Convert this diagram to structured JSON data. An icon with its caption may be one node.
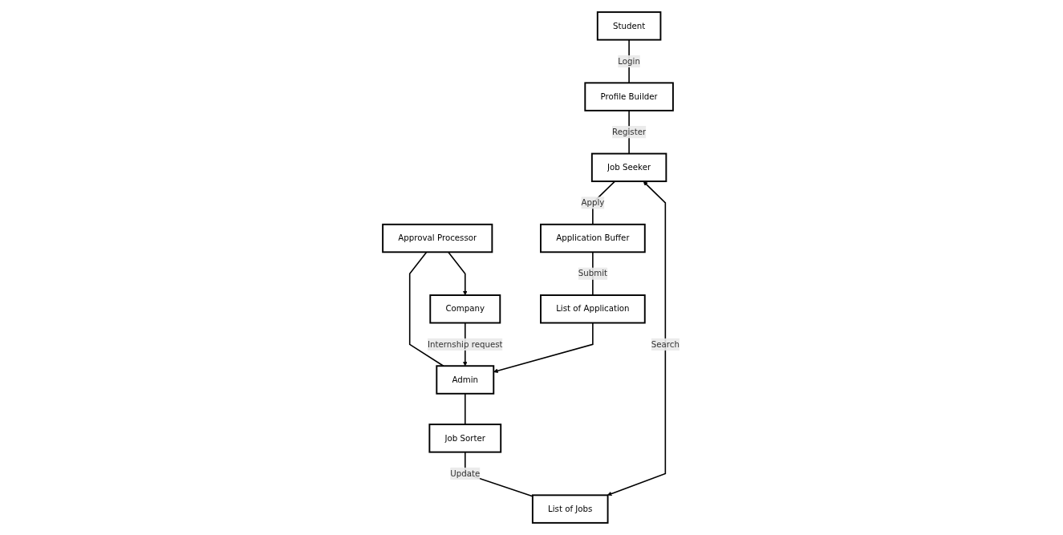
{
  "diagram": {
    "nodes": [
      {
        "text": [
          "Approval Processor"
        ]
      },
      {
        "text": [
          "Student"
        ]
      },
      {
        "text": [
          "Admin"
        ]
      },
      {
        "text": [
          "Company"
        ]
      },
      {
        "text": [
          "Profile Builder"
        ]
      },
      {
        "text": [
          "Job Sorter"
        ]
      },
      {
        "text": [
          "Job Seeker"
        ]
      },
      {
        "text": [
          "List of Jobs"
        ]
      },
      {
        "text": [
          "Application Buffer"
        ]
      },
      {
        "text": [
          "List of Application"
        ]
      }
    ],
    "edges": [
      {
        "from": 2,
        "to": 0,
        "arrow": "none"
      },
      {
        "from": 0,
        "to": 3,
        "arrow": "to"
      },
      {
        "from": 3,
        "to": 2,
        "arrow": "to",
        "label": "Internship request"
      },
      {
        "from": 1,
        "to": 4,
        "arrow": "none",
        "label": "Login"
      },
      {
        "from": 4,
        "to": 6,
        "arrow": "none",
        "label": "Register"
      },
      {
        "from": 2,
        "to": 5,
        "arrow": "none"
      },
      {
        "from": 5,
        "to": 7,
        "arrow": "none",
        "label": "Update"
      },
      {
        "from": 6,
        "to": 7,
        "arrow": "both",
        "label": "Search"
      },
      {
        "from": 6,
        "to": 8,
        "arrow": "none",
        "label": "Apply"
      },
      {
        "from": 8,
        "to": 9,
        "arrow": "none",
        "label": "Submit"
      },
      {
        "from": 9,
        "to": 2,
        "arrow": "to"
      }
    ]
  }
}
